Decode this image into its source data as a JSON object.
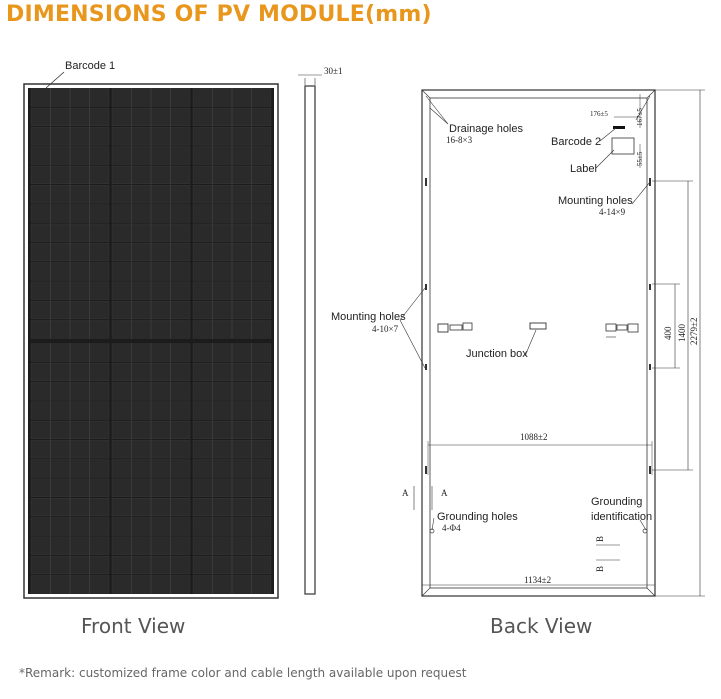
{
  "title": "DIMENSIONS OF PV MODULE(mm)",
  "colors": {
    "accent": "#e8961c",
    "cell_fill": "#1c1c1c",
    "line": "#333333"
  },
  "front_view": {
    "label": "Front View",
    "barcode_label": "Barcode 1",
    "cell_columns": 3,
    "cell_rows_per_half": 13
  },
  "side_view": {
    "thickness": "30±1"
  },
  "back_view": {
    "label": "Back View",
    "drainage_holes": "Drainage holes",
    "drainage_holes_spec": "16-8×3",
    "barcode_2": "Barcode 2",
    "label_text": "Label",
    "dim_176": "176±5",
    "dim_167": "167±5",
    "dim_55": "55±5",
    "mounting_holes_right": "Mounting holes",
    "mounting_holes_right_spec": "4-14×9",
    "mounting_holes_left": "Mounting holes",
    "mounting_holes_left_spec": "4-10×7",
    "junction_box": "Junction box",
    "dim_400": "400",
    "dim_1400": "1400",
    "dim_2279": "2279±2",
    "dim_1088": "1088±2",
    "dim_1134": "1134±2",
    "section_a": "A",
    "section_b": "B",
    "grounding_holes": "Grounding holes",
    "grounding_holes_spec": "4-Φ4",
    "grounding_identification_1": "Grounding",
    "grounding_identification_2": "identification"
  },
  "remark": "*Remark: customized frame color and cable length available upon request"
}
